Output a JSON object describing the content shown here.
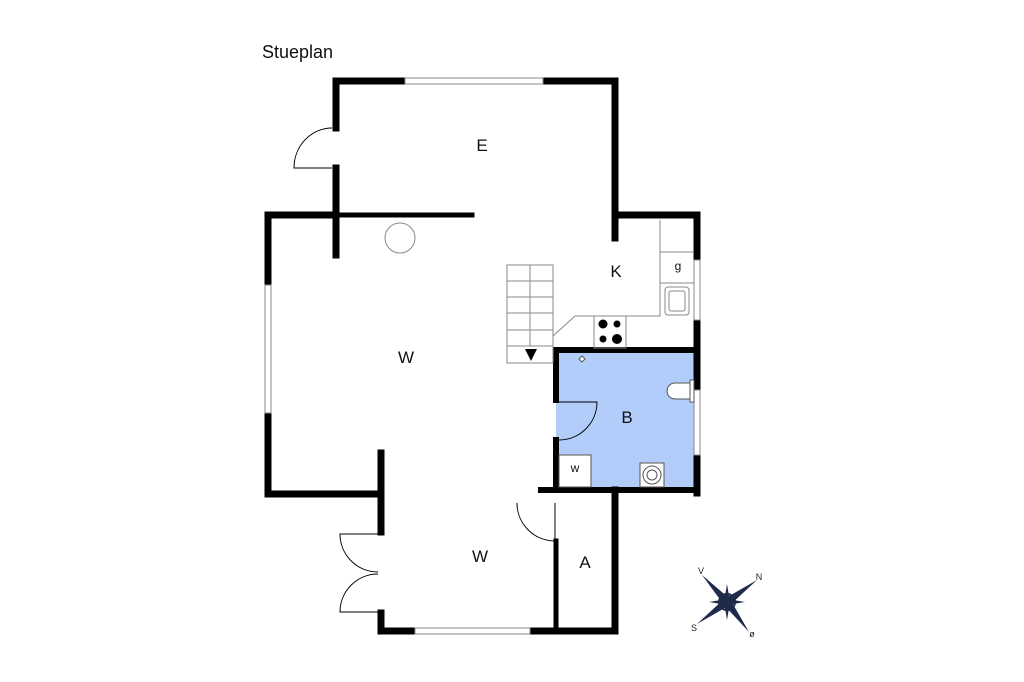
{
  "title": "Stueplan",
  "rooms": {
    "entry": "E",
    "kitchen": "K",
    "living_upper": "W",
    "living_lower": "W",
    "bathroom": "B",
    "storage": "A",
    "fridge": "g",
    "washer": "w"
  },
  "compass": {
    "north": "N",
    "west": "V",
    "south": "S",
    "east": "ø"
  },
  "colors": {
    "wall": "#000000",
    "bathroom_fill": "#b3cdfb",
    "window": "#888888"
  }
}
